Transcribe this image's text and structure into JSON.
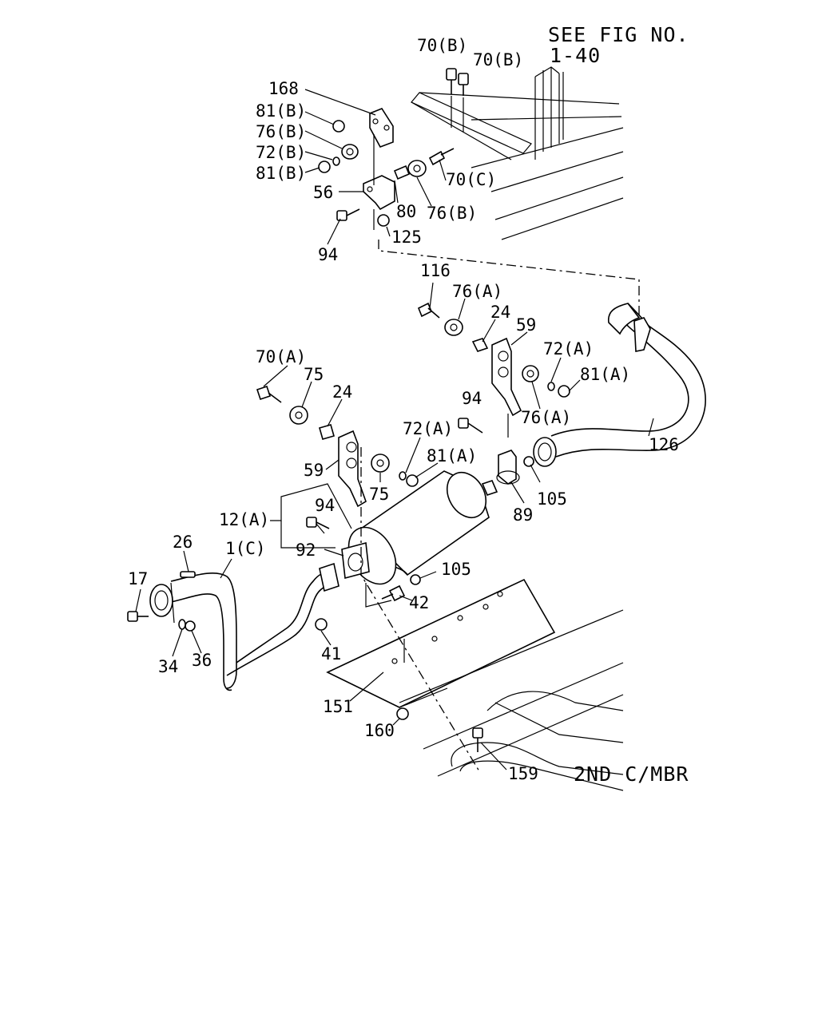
{
  "references": {
    "see_fig_line1": "SEE FIG NO.",
    "see_fig_line2": "1-40",
    "member": "2ND C/MBR"
  },
  "callouts": {
    "p70b_a": "70(B)",
    "p70b_b": "70(B)",
    "p168": "168",
    "p81b_a": "81(B)",
    "p76b_a": "76(B)",
    "p72b": "72(B)",
    "p81b_b": "81(B)",
    "p70c": "70(C)",
    "p56": "56",
    "p80": "80",
    "p76b_b": "76(B)",
    "p125": "125",
    "p94_a": "94",
    "p116": "116",
    "p76a_a": "76(A)",
    "p24_a": "24",
    "p59_a": "59",
    "p72a_a": "72(A)",
    "p81a_a": "81(A)",
    "p76a_b": "76(A)",
    "p94_b": "94",
    "p126": "126",
    "p70a": "70(A)",
    "p75_a": "75",
    "p24_b": "24",
    "p72a_b": "72(A)",
    "p81a_b": "81(A)",
    "p59_b": "59",
    "p75_b": "75",
    "p105_a": "105",
    "p89": "89",
    "p12a": "12(A)",
    "p94_c": "94",
    "p92": "92",
    "p105_b": "105",
    "p26": "26",
    "p1c": "1(C)",
    "p17": "17",
    "p42": "42",
    "p34": "34",
    "p36": "36",
    "p41": "41",
    "p151": "151",
    "p160": "160",
    "p159": "159"
  }
}
